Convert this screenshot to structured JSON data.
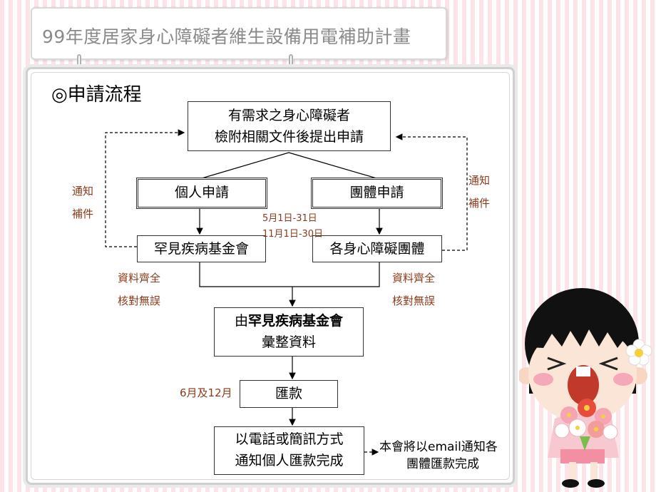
{
  "title": "99年度居家身心障礙者維生設備用電補助計畫",
  "heading": "◎申請流程",
  "nodes": {
    "apply_line1": "有需求之身心障礙者",
    "apply_line2": "檢附相關文件後提出申請",
    "individual": "個人申請",
    "group": "團體申請",
    "foundation": "罕見疾病基金會",
    "disability_groups": "各身心障礙團體",
    "compile_prefix": "由",
    "compile_bold": "罕見疾病基金會",
    "compile_line2": "彙整資料",
    "remit": "匯款",
    "notify_line1": "以電話或簡訊方式",
    "notify_line2": "通知個人匯款完成"
  },
  "notes": {
    "left_notify_1": "通知",
    "left_notify_2": "補件",
    "right_notify_1": "通知",
    "right_notify_2": "補件",
    "period_1": "5月1日-31日",
    "period_2": "11月1日-30日",
    "left_check_1": "資料齊全",
    "left_check_2": "核對無誤",
    "right_check_1": "資料齊全",
    "right_check_2": "核對無誤",
    "remit_months": "6月及12月",
    "email_line1": "本會將以email通知各",
    "email_line2": "團體匯款完成"
  },
  "colors": {
    "note_text": "#8b3a1a",
    "stripe_pink": "#fbe3e8"
  },
  "icons": [
    "cartoon-girl-with-flowers-illustration"
  ]
}
